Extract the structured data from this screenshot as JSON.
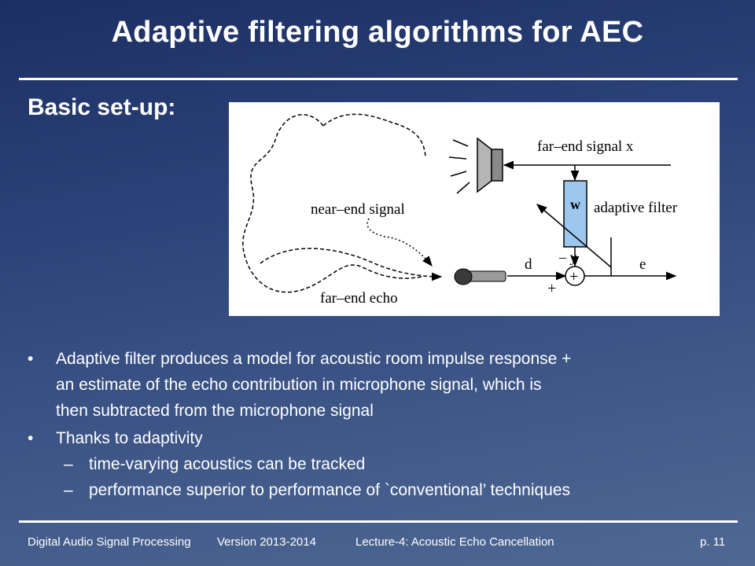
{
  "slide": {
    "title": "Adaptive filtering algorithms for AEC",
    "subtitle": "Basic set-up:"
  },
  "diagram": {
    "far_end_signal": "far–end signal x",
    "w": "w",
    "adaptive_filter": "adaptive filter",
    "near_end_signal": "near–end signal",
    "minus_y": "– y",
    "d": "d",
    "e": "e",
    "plus": "+",
    "sum": "+",
    "far_end_echo": "far–end echo"
  },
  "bullets": [
    {
      "lines": [
        "Adaptive filter produces a model for acoustic room impulse response +",
        "an estimate of the echo contribution in microphone signal, which is",
        "then subtracted from the microphone signal"
      ]
    },
    {
      "lines": [
        "Thanks to adaptivity"
      ],
      "sub": [
        "time-varying acoustics can be tracked",
        "performance superior to performance of `conventional’ techniques"
      ]
    }
  ],
  "footer": {
    "course": "Digital Audio Signal Processing",
    "version": "Version 2013-2014",
    "lecture": "Lecture-4: Acoustic Echo Cancellation",
    "page": "p. 11"
  }
}
